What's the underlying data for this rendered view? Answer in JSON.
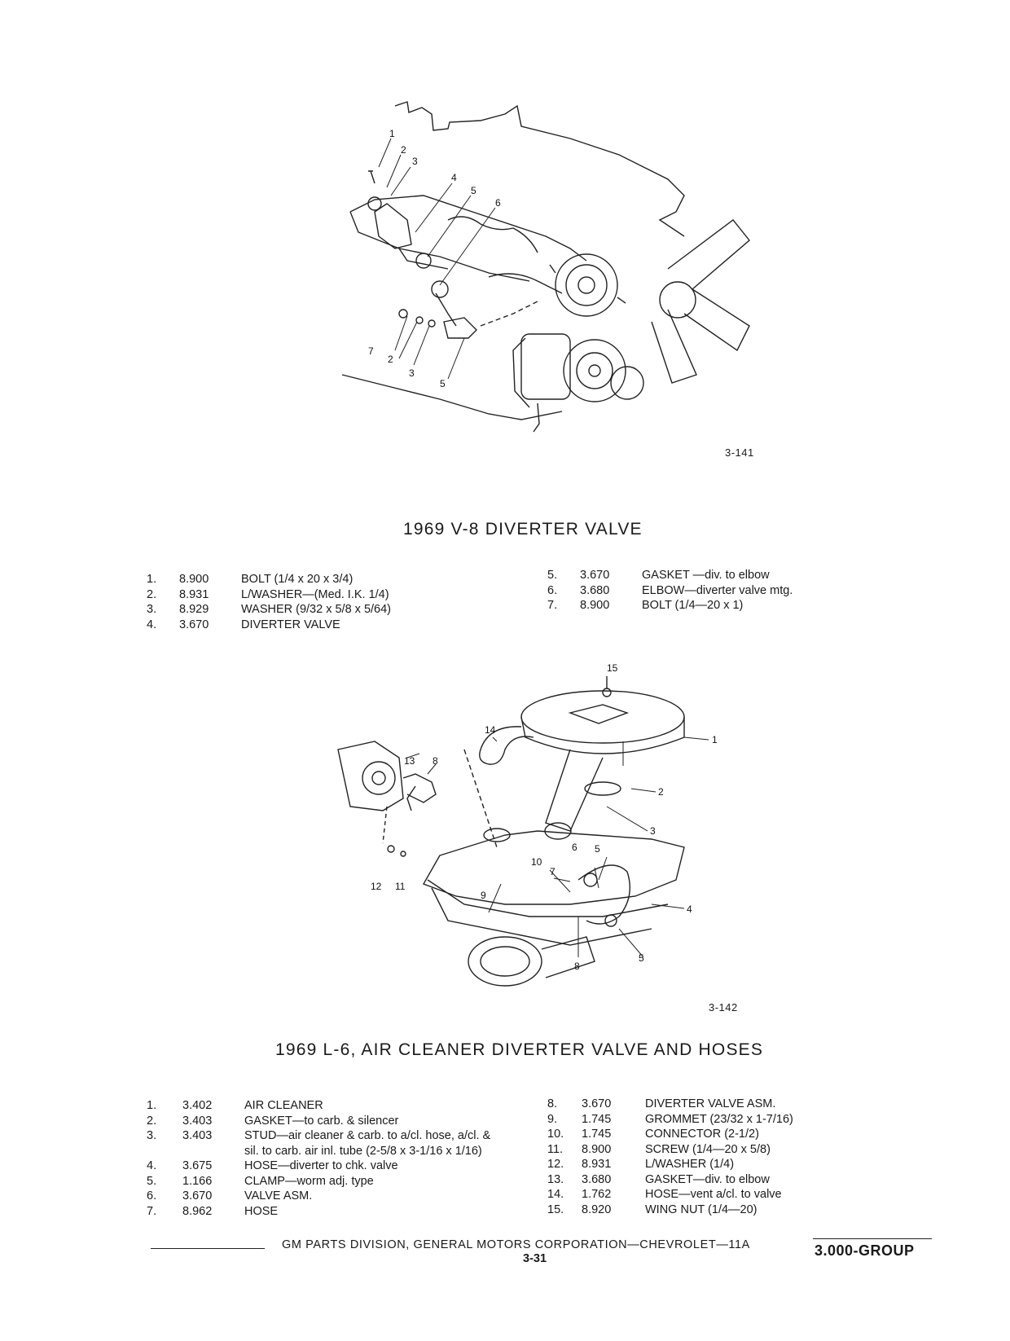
{
  "figure1": {
    "ref": "3-141",
    "callouts": [
      "1",
      "2",
      "3",
      "4",
      "5",
      "6",
      "7",
      "2",
      "3",
      "5"
    ]
  },
  "section1": {
    "title": "1969 V-8 DIVERTER VALVE",
    "parts_left": [
      {
        "n": "1.",
        "code": "8.900",
        "desc": "BOLT (1/4 x 20 x 3/4)"
      },
      {
        "n": "2.",
        "code": "8.931",
        "desc": "L/WASHER—(Med. I.K. 1/4)"
      },
      {
        "n": "3.",
        "code": "8.929",
        "desc": "WASHER (9/32 x 5/8 x 5/64)"
      },
      {
        "n": "4.",
        "code": "3.670",
        "desc": "DIVERTER VALVE"
      }
    ],
    "parts_right": [
      {
        "n": "5.",
        "code": "3.670",
        "desc": "GASKET —div. to elbow"
      },
      {
        "n": "6.",
        "code": "3.680",
        "desc": "ELBOW—diverter valve mtg."
      },
      {
        "n": "7.",
        "code": "8.900",
        "desc": "BOLT (1/4—20 x 1)"
      }
    ]
  },
  "figure2": {
    "ref": "3-142",
    "callouts": [
      "15",
      "1",
      "14",
      "13",
      "8",
      "2",
      "3",
      "10",
      "7",
      "6",
      "5",
      "9",
      "12",
      "11",
      "4",
      "8",
      "5"
    ]
  },
  "section2": {
    "title": "1969 L-6, AIR CLEANER DIVERTER VALVE AND HOSES",
    "parts_left": [
      {
        "n": "1.",
        "code": "3.402",
        "desc": "AIR CLEANER"
      },
      {
        "n": "2.",
        "code": "3.403",
        "desc": "GASKET—to carb. & silencer"
      },
      {
        "n": "3.",
        "code": "3.403",
        "desc": "STUD—air cleaner & carb. to a/cl. hose, a/cl. &"
      },
      {
        "n": "",
        "code": "",
        "desc": "sil. to carb. air inl. tube (2-5/8 x 3-1/16 x 1/16)"
      },
      {
        "n": "4.",
        "code": "3.675",
        "desc": "HOSE—diverter to chk. valve"
      },
      {
        "n": "5.",
        "code": "1.166",
        "desc": "CLAMP—worm adj. type"
      },
      {
        "n": "6.",
        "code": "3.670",
        "desc": "VALVE ASM."
      },
      {
        "n": "7.",
        "code": "8.962",
        "desc": "HOSE"
      }
    ],
    "parts_right": [
      {
        "n": "8.",
        "code": "3.670",
        "desc": "DIVERTER VALVE ASM."
      },
      {
        "n": "9.",
        "code": "1.745",
        "desc": "GROMMET (23/32 x 1-7/16)"
      },
      {
        "n": "10.",
        "code": "1.745",
        "desc": "CONNECTOR (2-1/2)"
      },
      {
        "n": "11.",
        "code": "8.900",
        "desc": "SCREW (1/4—20 x 5/8)"
      },
      {
        "n": "12.",
        "code": "8.931",
        "desc": "L/WASHER (1/4)"
      },
      {
        "n": "13.",
        "code": "3.680",
        "desc": "GASKET—div. to elbow"
      },
      {
        "n": "14.",
        "code": "1.762",
        "desc": "HOSE—vent a/cl. to valve"
      },
      {
        "n": "15.",
        "code": "8.920",
        "desc": "WING NUT (1/4—20)"
      }
    ]
  },
  "footer": {
    "text": "GM PARTS DIVISION, GENERAL MOTORS CORPORATION—CHEVROLET—11A",
    "page": "3-31",
    "group": "3.000-GROUP"
  }
}
